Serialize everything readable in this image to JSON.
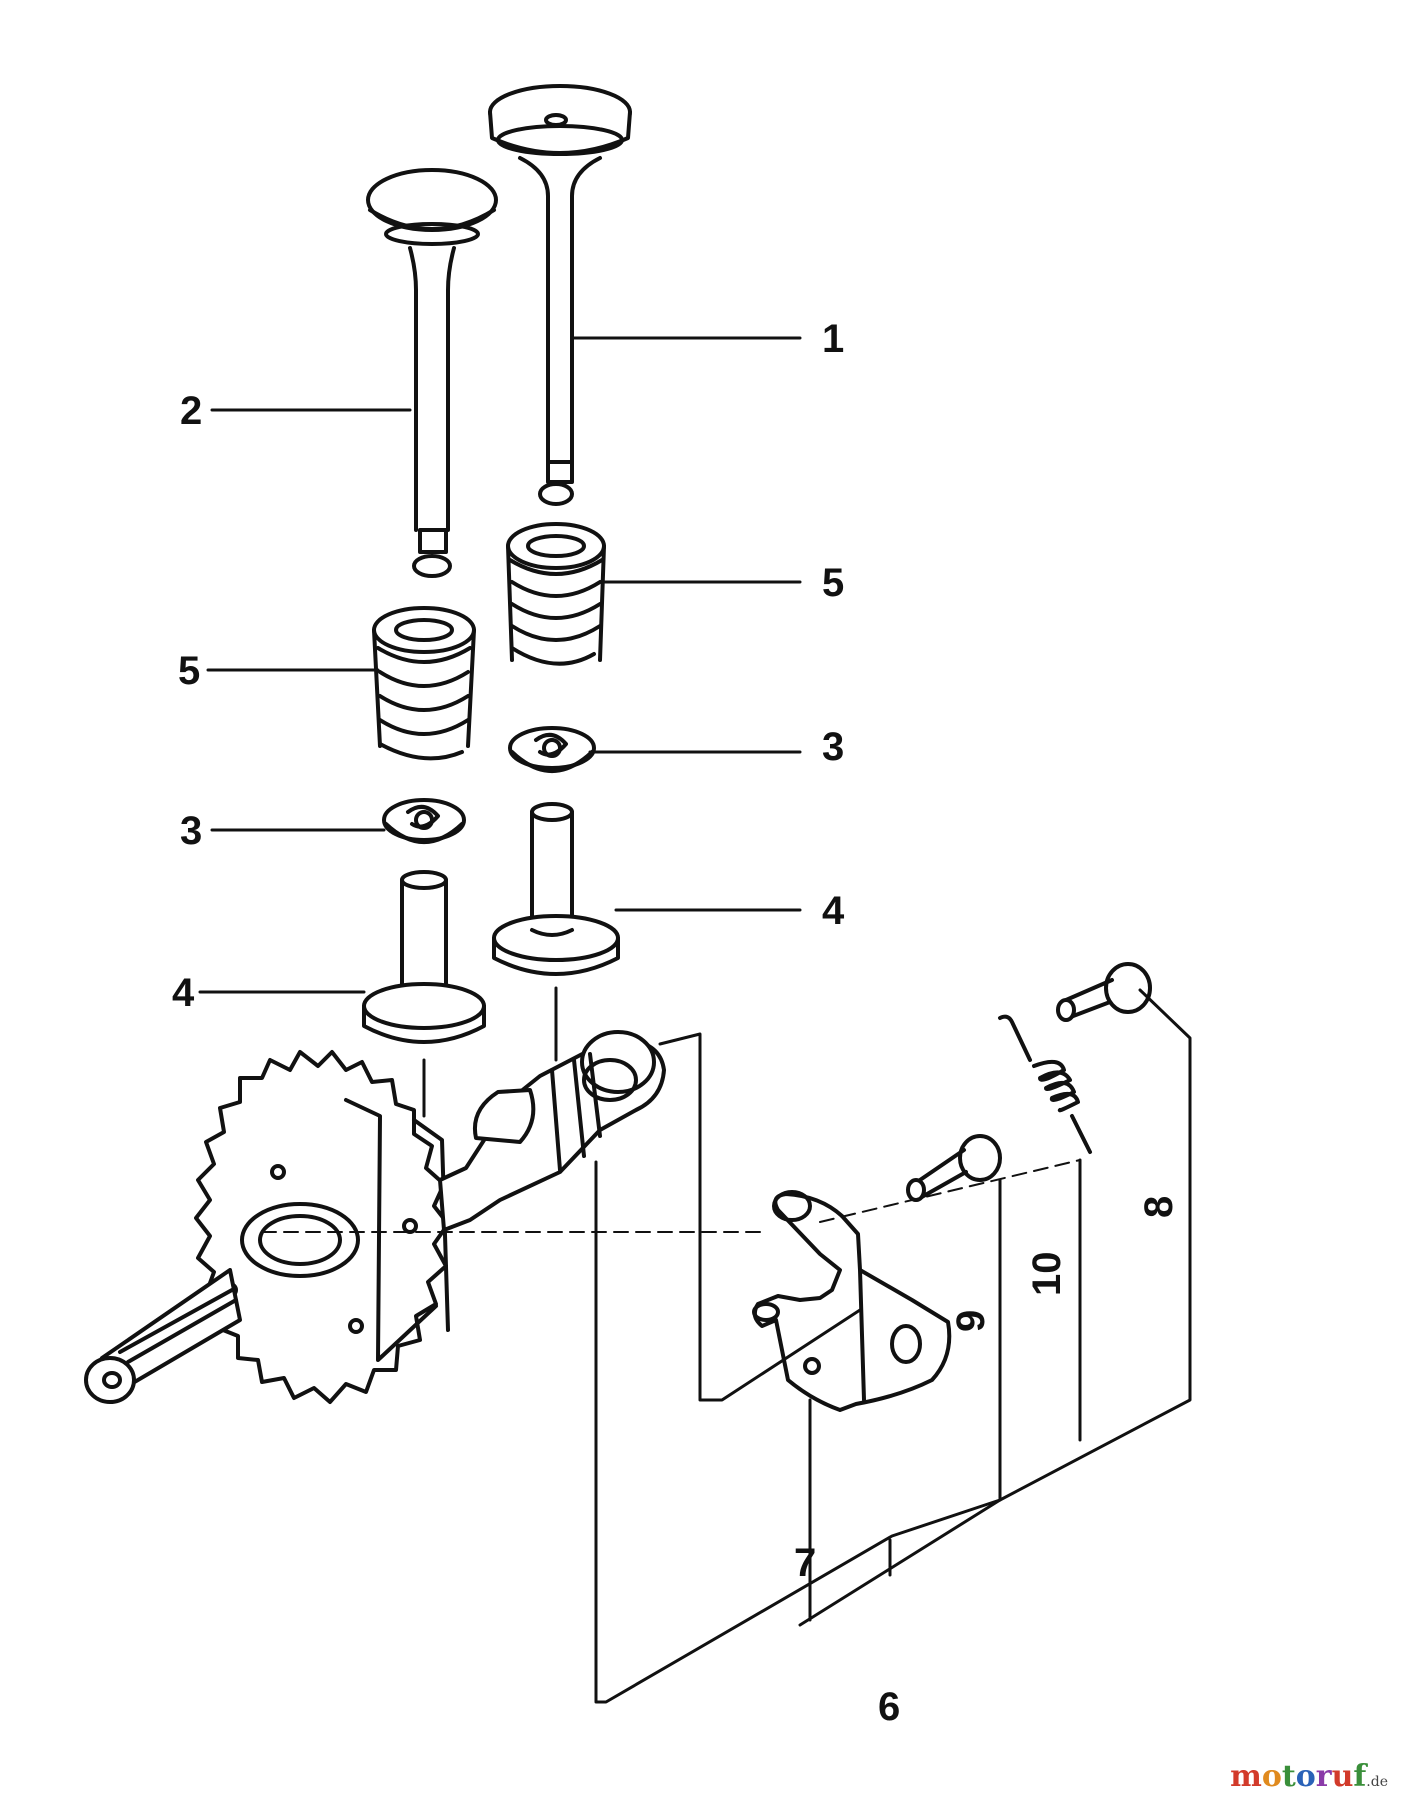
{
  "diagram": {
    "callouts": [
      "1",
      "2",
      "3",
      "3",
      "4",
      "4",
      "5",
      "5",
      "6",
      "7",
      "8",
      "9",
      "10"
    ]
  },
  "watermark": {
    "parts": [
      {
        "text": "m",
        "color": "#d23a2a"
      },
      {
        "text": "o",
        "color": "#e08a1e"
      },
      {
        "text": "t",
        "color": "#3a8f3a"
      },
      {
        "text": "o",
        "color": "#2a62b8"
      },
      {
        "text": "r",
        "color": "#8a3aa8"
      },
      {
        "text": "u",
        "color": "#d23a2a"
      },
      {
        "text": "f",
        "color": "#3a8f3a"
      }
    ],
    "suffix": ".de"
  }
}
